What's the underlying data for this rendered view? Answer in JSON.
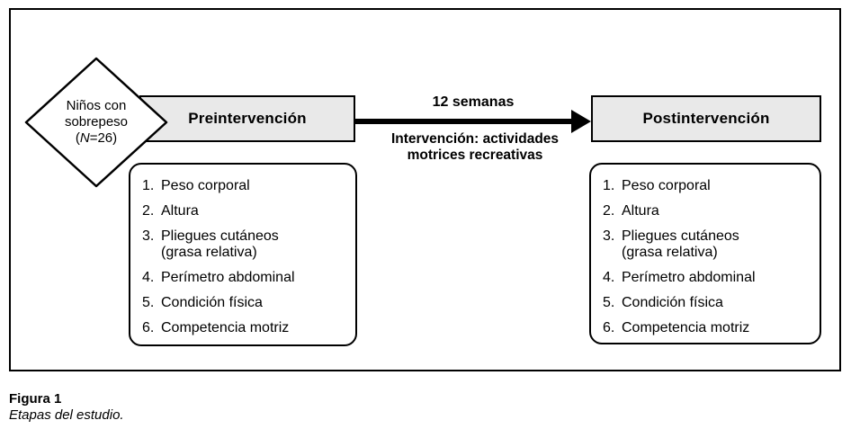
{
  "diagram": {
    "population": {
      "name_line1": "Niños con",
      "name_line2": "sobrepeso",
      "n_prefix": "(",
      "n_italic": "N",
      "n_suffix": "=26)"
    },
    "stages": {
      "pre_label": "Preintervención",
      "post_label": "Postintervención"
    },
    "arrow": {
      "duration": "12 semanas",
      "intervention": "Intervención: actividades\nmotrices recreativas"
    },
    "measurements": [
      {
        "num": "1.",
        "text": "Peso corporal"
      },
      {
        "num": "2.",
        "text": "Altura"
      },
      {
        "num": "3.",
        "text": "Pliegues cutáneos\n(grasa relativa)"
      },
      {
        "num": "4.",
        "text": "Perímetro abdominal"
      },
      {
        "num": "5.",
        "text": "Condición física"
      },
      {
        "num": "6.",
        "text": "Competencia motriz"
      }
    ]
  },
  "caption": {
    "label": "Figura 1",
    "title": "Etapas del estudio."
  },
  "colors": {
    "stage_box_fill": "#e9e9e9",
    "stroke": "#000000",
    "background": "#ffffff"
  }
}
